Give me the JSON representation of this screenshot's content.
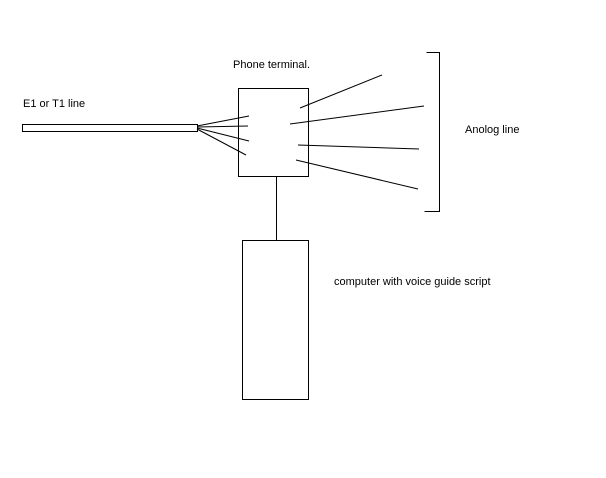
{
  "labels": {
    "phone_terminal": "Phone terminal.",
    "trunk_line": "E1 or T1 line",
    "analog_line": "Anolog line",
    "computer": "computer with voice guide script"
  },
  "colors": {
    "background": "#ffffff",
    "stroke": "#000000"
  }
}
